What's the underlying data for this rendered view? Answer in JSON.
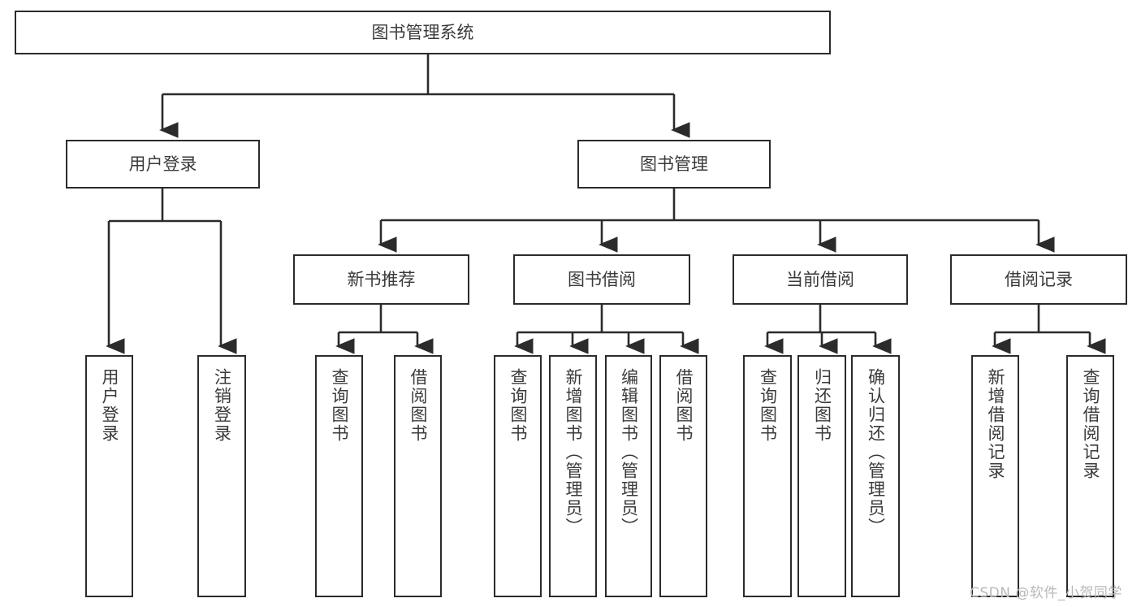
{
  "diagram": {
    "type": "tree-hierarchy",
    "title": "图书管理系统",
    "root": {
      "label": "图书管理系统"
    },
    "level2": [
      {
        "label": "用户登录"
      },
      {
        "label": "图书管理"
      }
    ],
    "level3": [
      {
        "label": "新书推荐"
      },
      {
        "label": "图书借阅"
      },
      {
        "label": "当前借阅"
      },
      {
        "label": "借阅记录"
      }
    ],
    "leaves": {
      "user_login": [
        {
          "label": "用户登录"
        },
        {
          "label": "注销登录"
        }
      ],
      "new_book_recommend": [
        {
          "label": "查询图书"
        },
        {
          "label": "借阅图书"
        }
      ],
      "book_borrow": [
        {
          "label": "查询图书"
        },
        {
          "label": "新增图书（管理员）"
        },
        {
          "label": "编辑图书（管理员）"
        },
        {
          "label": "借阅图书"
        }
      ],
      "current_borrow": [
        {
          "label": "查询图书"
        },
        {
          "label": "归还图书"
        },
        {
          "label": "确认归还（管理员）"
        }
      ],
      "borrow_record": [
        {
          "label": "新增借阅记录"
        },
        {
          "label": "查询借阅记录"
        }
      ]
    }
  },
  "watermark": {
    "text": "CSDN @软件_小贺同学"
  },
  "colors": {
    "box_border": "#2b2b2b",
    "box_fill": "#ffffff",
    "text": "#3a3a3a",
    "connector": "#2b2b2b",
    "watermark": "#b9b9b9"
  }
}
